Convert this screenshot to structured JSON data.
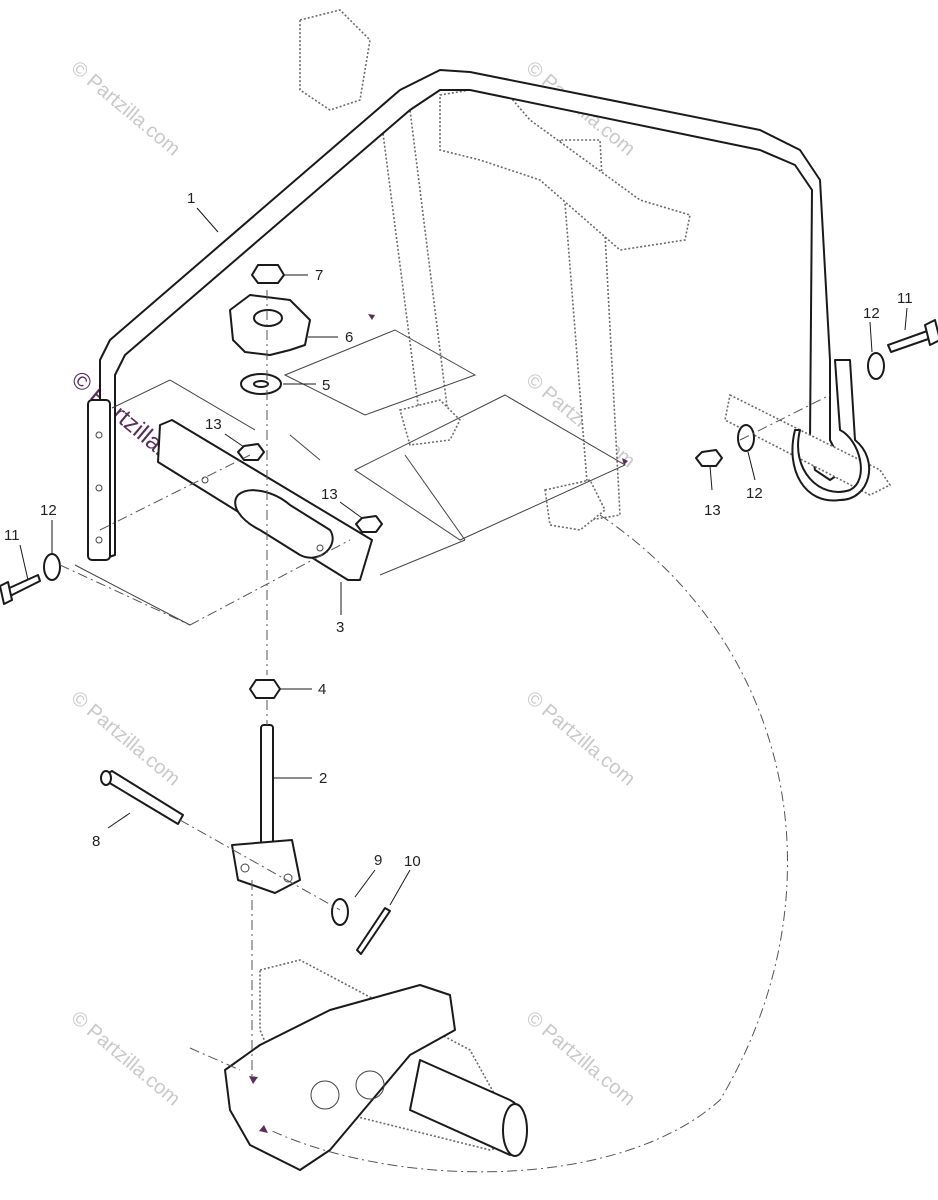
{
  "watermark": {
    "text": "© Partzilla.com",
    "color": "#c9c9c9",
    "accent_color": "#5a2d5a"
  },
  "callouts": {
    "c1": "1",
    "c2": "2",
    "c3": "3",
    "c4": "4",
    "c5": "5",
    "c6": "6",
    "c7": "7",
    "c8": "8",
    "c9": "9",
    "c10": "10",
    "c11_left": "11",
    "c12_left": "12",
    "c13_left": "13",
    "c13_mid": "13",
    "c11_right": "11",
    "c12_right_top": "12",
    "c13_right": "13",
    "c12_right_bottom": "12"
  },
  "colors": {
    "line": "#1a1a1a",
    "ghost": "#6b6b6b",
    "background": "#ffffff"
  }
}
